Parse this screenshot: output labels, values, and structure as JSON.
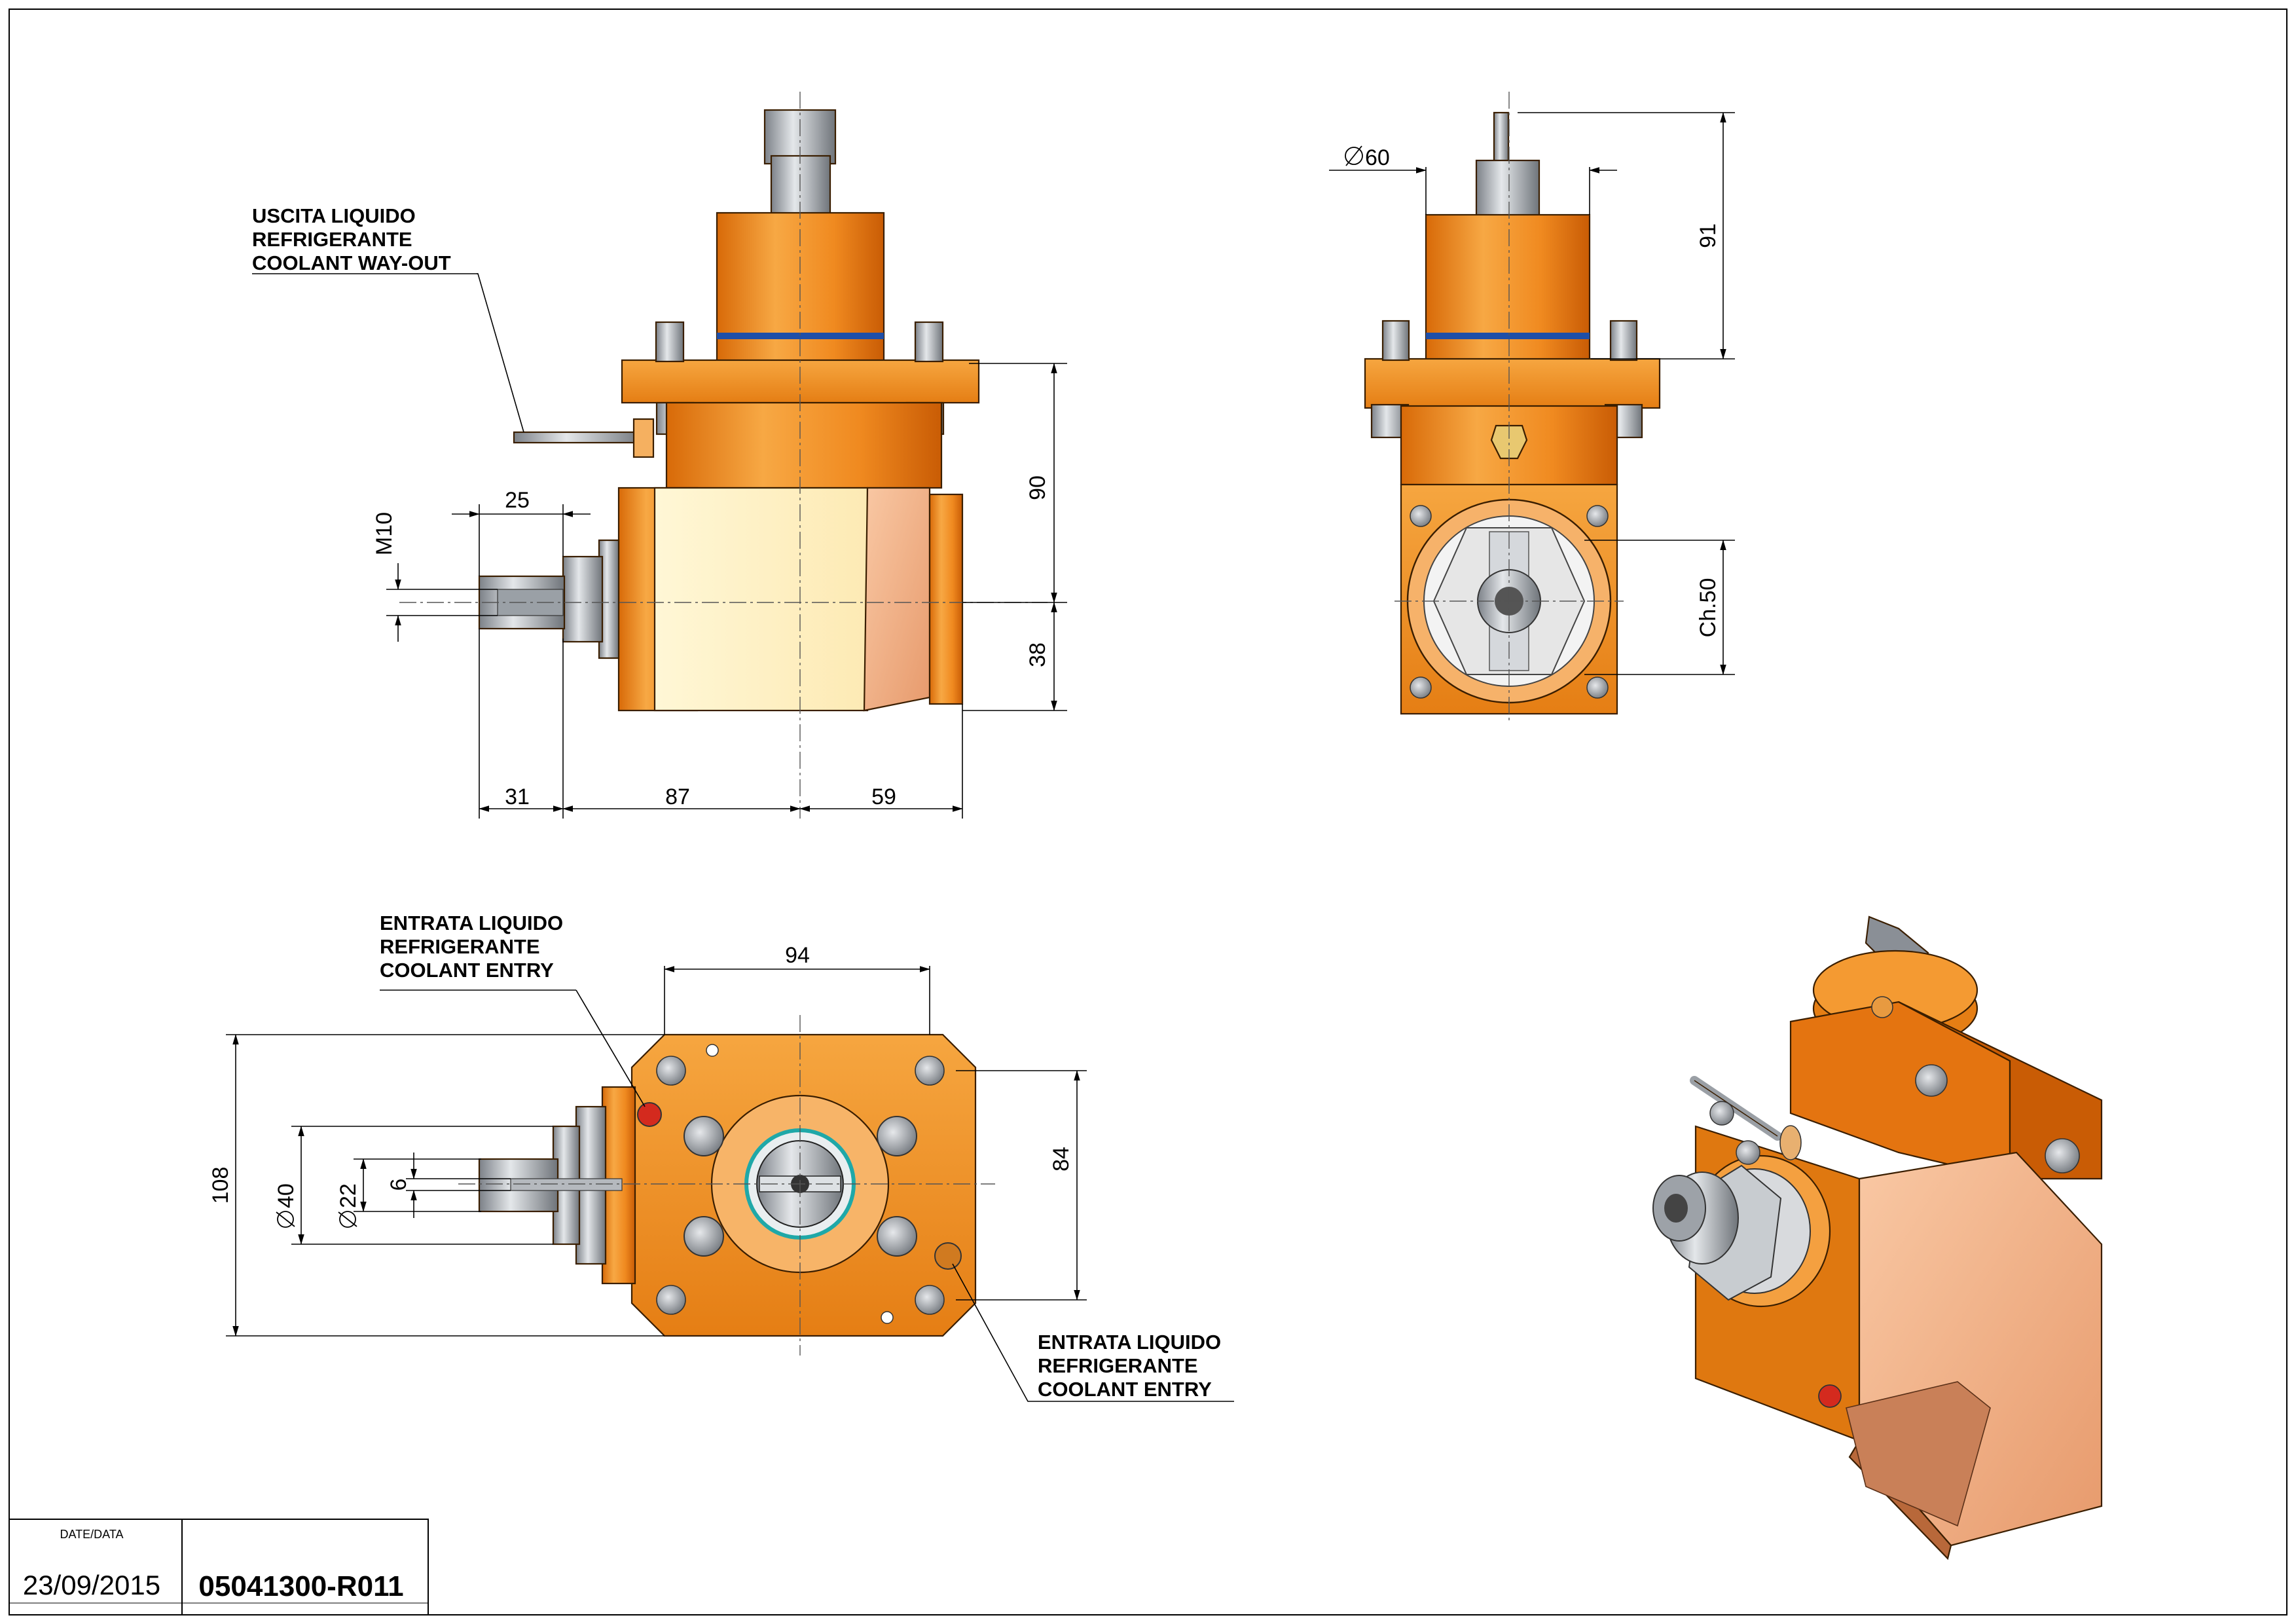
{
  "dimensions": {
    "side_m10": "M10",
    "side_25": "25",
    "side_90": "90",
    "side_38": "38",
    "side_31": "31",
    "side_87": "87",
    "side_59": "59",
    "front_dia60": "60",
    "front_91": "91",
    "front_ch50": "Ch.50",
    "top_94": "94",
    "top_84": "84",
    "top_108": "108",
    "top_dia40": "40",
    "top_dia22": "22",
    "top_6": "6"
  },
  "labels": {
    "coolant_out": [
      "USCITA LIQUIDO",
      "REFRIGERANTE",
      "COOLANT WAY-OUT"
    ],
    "coolant_entry_1": [
      "ENTRATA LIQUIDO",
      "REFRIGERANTE",
      "COOLANT ENTRY"
    ],
    "coolant_entry_2": [
      "ENTRATA LIQUIDO",
      "REFRIGERANTE",
      "COOLANT ENTRY"
    ]
  },
  "title_block": {
    "date_label": "DATE/DATA",
    "date": "23/09/2015",
    "code": "05041300-R011"
  },
  "colors": {
    "orange": "#f5a23a",
    "orange_dark": "#e07a10",
    "cream": "#fff3cc",
    "salmon": "#f6b890",
    "steel": "#b8bcc2",
    "blue_ring": "#1f4fa8",
    "red": "#d42a1e"
  }
}
